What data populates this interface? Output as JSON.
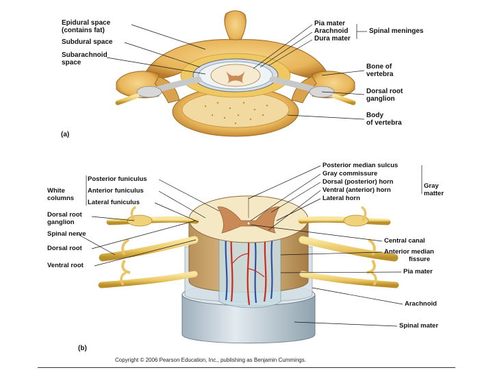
{
  "panel_a": {
    "tag": "(a)",
    "labels": {
      "epidural_1": "Epidural space",
      "epidural_2": "(contains fat)",
      "subdural": "Subdural space",
      "subarachnoid_1": "Subarachnoid",
      "subarachnoid_2": "space",
      "pia_mater": "Pia mater",
      "arachnoid": "Arachnoid",
      "dura_mater": "Dura mater",
      "spinal_meninges": "Spinal meninges",
      "bone_1": "Bone of",
      "bone_2": "vertebra",
      "drg_1": "Dorsal root",
      "drg_2": "ganglion",
      "body_1": "Body",
      "body_2": "of vertebra"
    }
  },
  "panel_b": {
    "tag": "(b)",
    "labels": {
      "white_1": "White",
      "white_2": "columns",
      "posterior_funiculus": "Posterior funiculus",
      "anterior_funiculus": "Anterior funiculus",
      "lateral_funiculus": "Lateral funiculus",
      "drg_1": "Dorsal root",
      "drg_2": "ganglion",
      "spinal_nerve": "Spinal nerve",
      "dorsal_root": "Dorsal root",
      "ventral_root": "Ventral root",
      "posterior_median_sulcus": "Posterior median sulcus",
      "gray_commissure": "Gray commissure",
      "dorsal_horn": "Dorsal (posterior) horn",
      "ventral_horn": "Ventral (anterior) horn",
      "lateral_horn": "Lateral horn",
      "gray_1": "Gray",
      "gray_2": "matter",
      "central_canal": "Central canal",
      "anterior_fissure_1": "Anterior median",
      "anterior_fissure_2": "fissure",
      "pia_mater": "Pia mater",
      "arachnoid": "Arachnoid",
      "spinal_mater": "Spinal mater"
    }
  },
  "copyright": "Copyright © 2006 Pearson Education, Inc., publishing as Benjamin Cummings.",
  "colors": {
    "bone": "#e8b55a",
    "bone_dark": "#b87a2a",
    "nerve": "#f0d27a",
    "cord_white": "#f3e6c2",
    "gray_matter": "#c98a58",
    "meninges": "#c7d4dc",
    "artery": "#cc2a1e",
    "vein": "#2c4fa3"
  }
}
